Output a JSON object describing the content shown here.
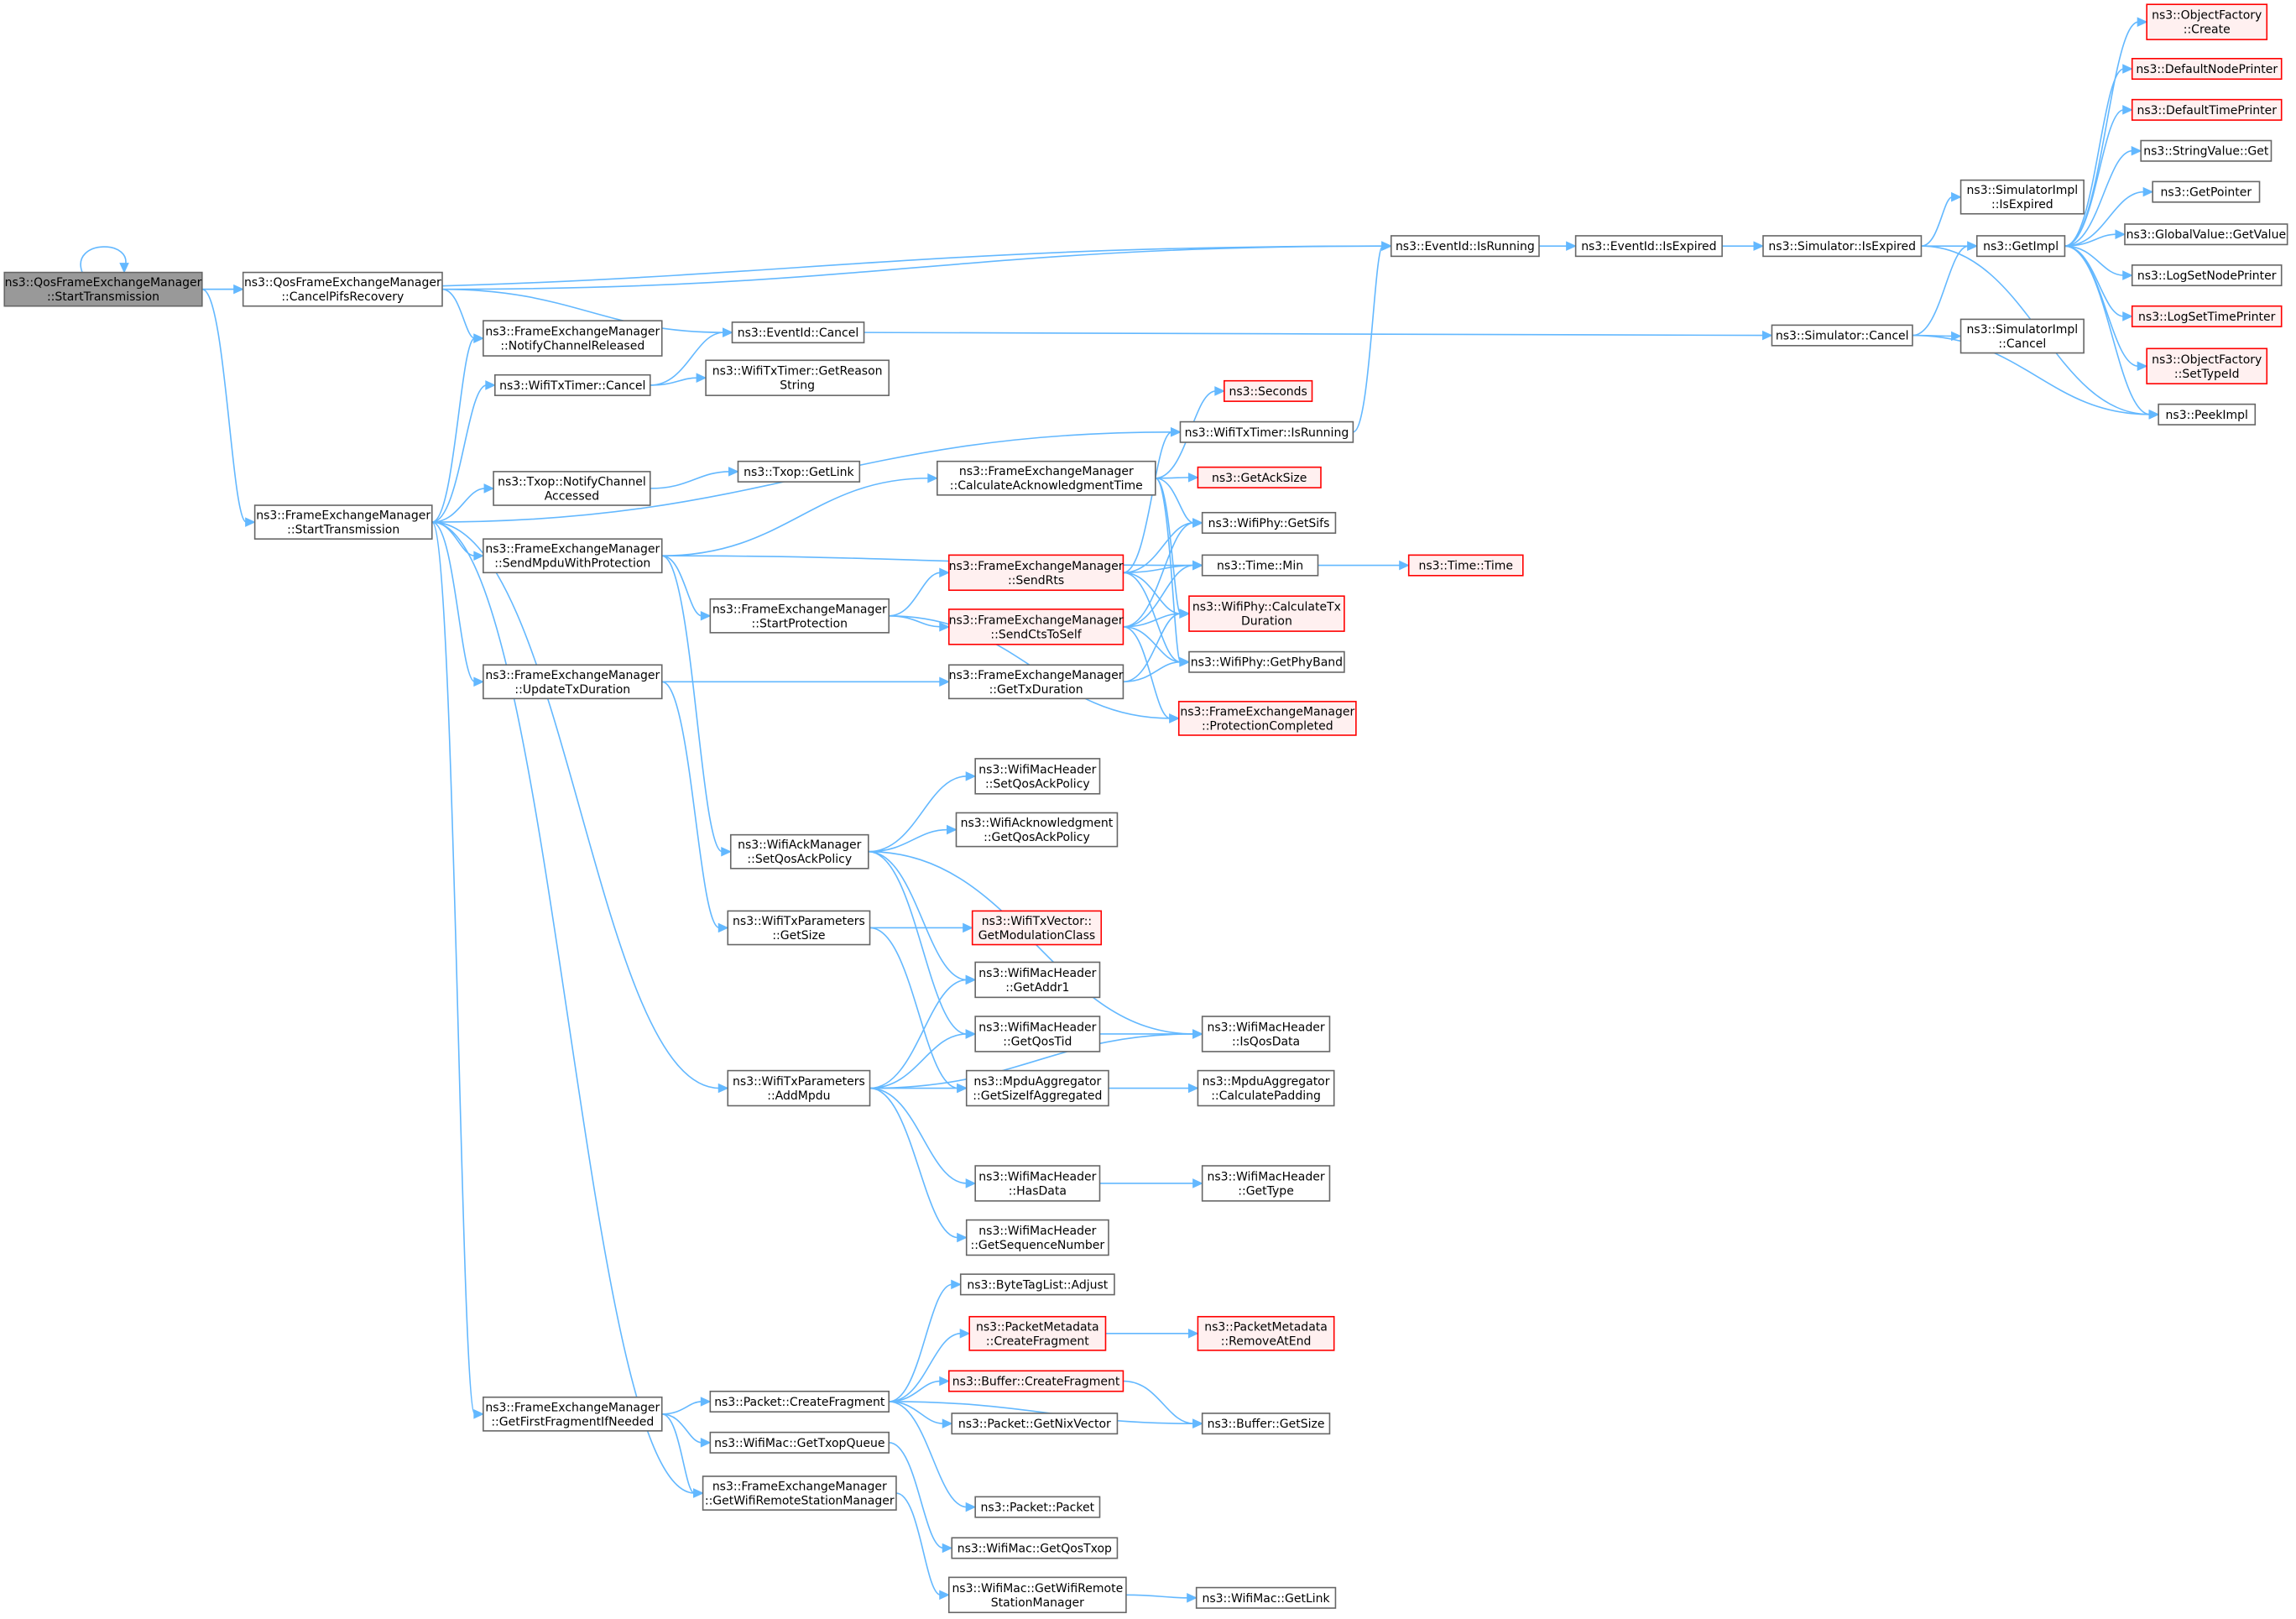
{
  "nodes": [
    {
      "id": "root",
      "lines": [
        "ns3::QosFrameExchangeManager",
        "::StartTransmission"
      ],
      "kind": "root"
    },
    {
      "id": "cancelPifs",
      "lines": [
        "ns3::QosFrameExchangeManager",
        "::CancelPifsRecovery"
      ],
      "kind": "normal"
    },
    {
      "id": "eventIsRunning",
      "lines": [
        "ns3::EventId::IsRunning"
      ],
      "kind": "normal"
    },
    {
      "id": "eventIsExpired",
      "lines": [
        "ns3::EventId::IsExpired"
      ],
      "kind": "normal"
    },
    {
      "id": "simIsExpired",
      "lines": [
        "ns3::Simulator::IsExpired"
      ],
      "kind": "normal"
    },
    {
      "id": "simImplIsExpired",
      "lines": [
        "ns3::SimulatorImpl",
        "::IsExpired"
      ],
      "kind": "normal"
    },
    {
      "id": "getImpl",
      "lines": [
        "ns3::GetImpl"
      ],
      "kind": "normal"
    },
    {
      "id": "objFactoryCreate",
      "lines": [
        "ns3::ObjectFactory",
        "::Create"
      ],
      "kind": "red"
    },
    {
      "id": "defNodePrinter",
      "lines": [
        "ns3::DefaultNodePrinter"
      ],
      "kind": "red"
    },
    {
      "id": "defTimePrinter",
      "lines": [
        "ns3::DefaultTimePrinter"
      ],
      "kind": "red"
    },
    {
      "id": "stringValueGet",
      "lines": [
        "ns3::StringValue::Get"
      ],
      "kind": "normal"
    },
    {
      "id": "getPointer",
      "lines": [
        "ns3::GetPointer"
      ],
      "kind": "normal"
    },
    {
      "id": "globalValueGet",
      "lines": [
        "ns3::GlobalValue::GetValue"
      ],
      "kind": "normal"
    },
    {
      "id": "logSetNodePrinter",
      "lines": [
        "ns3::LogSetNodePrinter"
      ],
      "kind": "normal"
    },
    {
      "id": "logSetTimePrinter",
      "lines": [
        "ns3::LogSetTimePrinter"
      ],
      "kind": "red"
    },
    {
      "id": "objFactorySetTypeId",
      "lines": [
        "ns3::ObjectFactory",
        "::SetTypeId"
      ],
      "kind": "red"
    },
    {
      "id": "peekImpl",
      "lines": [
        "ns3::PeekImpl"
      ],
      "kind": "normal"
    },
    {
      "id": "eventCancel",
      "lines": [
        "ns3::EventId::Cancel"
      ],
      "kind": "normal"
    },
    {
      "id": "simCancel",
      "lines": [
        "ns3::Simulator::Cancel"
      ],
      "kind": "normal"
    },
    {
      "id": "simImplCancel",
      "lines": [
        "ns3::SimulatorImpl",
        "::Cancel"
      ],
      "kind": "normal"
    },
    {
      "id": "notifyChannelReleased",
      "lines": [
        "ns3::FrameExchangeManager",
        "::NotifyChannelReleased"
      ],
      "kind": "normal"
    },
    {
      "id": "timerCancel",
      "lines": [
        "ns3::WifiTxTimer::Cancel"
      ],
      "kind": "normal"
    },
    {
      "id": "timerGetReason",
      "lines": [
        "ns3::WifiTxTimer::GetReason",
        "String"
      ],
      "kind": "normal"
    },
    {
      "id": "seconds",
      "lines": [
        "ns3::Seconds"
      ],
      "kind": "red"
    },
    {
      "id": "timerIsRunning",
      "lines": [
        "ns3::WifiTxTimer::IsRunning"
      ],
      "kind": "normal"
    },
    {
      "id": "fmStartTx",
      "lines": [
        "ns3::FrameExchangeManager",
        "::StartTransmission"
      ],
      "kind": "normal"
    },
    {
      "id": "txopNotify",
      "lines": [
        "ns3::Txop::NotifyChannel",
        "Accessed"
      ],
      "kind": "normal"
    },
    {
      "id": "txopGetLink",
      "lines": [
        "ns3::Txop::GetLink"
      ],
      "kind": "normal"
    },
    {
      "id": "calcAckTime",
      "lines": [
        "ns3::FrameExchangeManager",
        "::CalculateAcknowledgmentTime"
      ],
      "kind": "normal"
    },
    {
      "id": "getAckSize",
      "lines": [
        "ns3::GetAckSize"
      ],
      "kind": "red"
    },
    {
      "id": "getSifs",
      "lines": [
        "ns3::WifiPhy::GetSifs"
      ],
      "kind": "normal"
    },
    {
      "id": "sendMpdu",
      "lines": [
        "ns3::FrameExchangeManager",
        "::SendMpduWithProtection"
      ],
      "kind": "normal"
    },
    {
      "id": "sendRts",
      "lines": [
        "ns3::FrameExchangeManager",
        "::SendRts"
      ],
      "kind": "red"
    },
    {
      "id": "timeMin",
      "lines": [
        "ns3::Time::Min"
      ],
      "kind": "normal"
    },
    {
      "id": "timeTime",
      "lines": [
        "ns3::Time::Time"
      ],
      "kind": "red"
    },
    {
      "id": "startProtection",
      "lines": [
        "ns3::FrameExchangeManager",
        "::StartProtection"
      ],
      "kind": "normal"
    },
    {
      "id": "sendCts",
      "lines": [
        "ns3::FrameExchangeManager",
        "::SendCtsToSelf"
      ],
      "kind": "red"
    },
    {
      "id": "calcTxDur",
      "lines": [
        "ns3::WifiPhy::CalculateTx",
        "Duration"
      ],
      "kind": "red"
    },
    {
      "id": "updateTxDur",
      "lines": [
        "ns3::FrameExchangeManager",
        "::UpdateTxDuration"
      ],
      "kind": "normal"
    },
    {
      "id": "getTxDur",
      "lines": [
        "ns3::FrameExchangeManager",
        "::GetTxDuration"
      ],
      "kind": "normal"
    },
    {
      "id": "getPhyBand",
      "lines": [
        "ns3::WifiPhy::GetPhyBand"
      ],
      "kind": "normal"
    },
    {
      "id": "protCompleted",
      "lines": [
        "ns3::FrameExchangeManager",
        "::ProtectionCompleted"
      ],
      "kind": "red"
    },
    {
      "id": "setQosAckPolicyH",
      "lines": [
        "ns3::WifiMacHeader",
        "::SetQosAckPolicy"
      ],
      "kind": "normal"
    },
    {
      "id": "ackMgrSetQos",
      "lines": [
        "ns3::WifiAckManager",
        "::SetQosAckPolicy"
      ],
      "kind": "normal"
    },
    {
      "id": "getQosAckPolicy",
      "lines": [
        "ns3::WifiAcknowledgment",
        "::GetQosAckPolicy"
      ],
      "kind": "normal"
    },
    {
      "id": "txParamsGetSize",
      "lines": [
        "ns3::WifiTxParameters",
        "::GetSize"
      ],
      "kind": "normal"
    },
    {
      "id": "getModClass",
      "lines": [
        "ns3::WifiTxVector::",
        "GetModulationClass"
      ],
      "kind": "red"
    },
    {
      "id": "getAddr1",
      "lines": [
        "ns3::WifiMacHeader",
        "::GetAddr1"
      ],
      "kind": "normal"
    },
    {
      "id": "getQosTid",
      "lines": [
        "ns3::WifiMacHeader",
        "::GetQosTid"
      ],
      "kind": "normal"
    },
    {
      "id": "isQosData",
      "lines": [
        "ns3::WifiMacHeader",
        "::IsQosData"
      ],
      "kind": "normal"
    },
    {
      "id": "addMpdu",
      "lines": [
        "ns3::WifiTxParameters",
        "::AddMpdu"
      ],
      "kind": "normal"
    },
    {
      "id": "getSizeIfAgg",
      "lines": [
        "ns3::MpduAggregator",
        "::GetSizeIfAggregated"
      ],
      "kind": "normal"
    },
    {
      "id": "calcPadding",
      "lines": [
        "ns3::MpduAggregator",
        "::CalculatePadding"
      ],
      "kind": "normal"
    },
    {
      "id": "hasData",
      "lines": [
        "ns3::WifiMacHeader",
        "::HasData"
      ],
      "kind": "normal"
    },
    {
      "id": "getType",
      "lines": [
        "ns3::WifiMacHeader",
        "::GetType"
      ],
      "kind": "normal"
    },
    {
      "id": "getSeqNum",
      "lines": [
        "ns3::WifiMacHeader",
        "::GetSequenceNumber"
      ],
      "kind": "normal"
    },
    {
      "id": "byteTagAdjust",
      "lines": [
        "ns3::ByteTagList::Adjust"
      ],
      "kind": "normal"
    },
    {
      "id": "pmCreateFrag",
      "lines": [
        "ns3::PacketMetadata",
        "::CreateFragment"
      ],
      "kind": "red"
    },
    {
      "id": "pmRemoveAtEnd",
      "lines": [
        "ns3::PacketMetadata",
        "::RemoveAtEnd"
      ],
      "kind": "red"
    },
    {
      "id": "bufCreateFrag",
      "lines": [
        "ns3::Buffer::CreateFragment"
      ],
      "kind": "red"
    },
    {
      "id": "getFirstFrag",
      "lines": [
        "ns3::FrameExchangeManager",
        "::GetFirstFragmentIfNeeded"
      ],
      "kind": "normal"
    },
    {
      "id": "pktCreateFrag",
      "lines": [
        "ns3::Packet::CreateFragment"
      ],
      "kind": "normal"
    },
    {
      "id": "getNixVector",
      "lines": [
        "ns3::Packet::GetNixVector"
      ],
      "kind": "normal"
    },
    {
      "id": "bufGetSize",
      "lines": [
        "ns3::Buffer::GetSize"
      ],
      "kind": "normal"
    },
    {
      "id": "getTxopQueue",
      "lines": [
        "ns3::WifiMac::GetTxopQueue"
      ],
      "kind": "normal"
    },
    {
      "id": "getWrsm",
      "lines": [
        "ns3::FrameExchangeManager",
        "::GetWifiRemoteStationManager"
      ],
      "kind": "normal"
    },
    {
      "id": "pktPacket",
      "lines": [
        "ns3::Packet::Packet"
      ],
      "kind": "normal"
    },
    {
      "id": "getQosTxop",
      "lines": [
        "ns3::WifiMac::GetQosTxop"
      ],
      "kind": "normal"
    },
    {
      "id": "macGetWrsm",
      "lines": [
        "ns3::WifiMac::GetWifiRemote",
        "StationManager"
      ],
      "kind": "normal"
    },
    {
      "id": "macGetLink",
      "lines": [
        "ns3::WifiMac::GetLink"
      ],
      "kind": "normal"
    }
  ],
  "edges": [
    [
      "root",
      "root"
    ],
    [
      "root",
      "cancelPifs"
    ],
    [
      "root",
      "eventIsRunning"
    ],
    [
      "root",
      "fmStartTx"
    ],
    [
      "cancelPifs",
      "eventIsRunning"
    ],
    [
      "cancelPifs",
      "eventCancel"
    ],
    [
      "cancelPifs",
      "notifyChannelReleased"
    ],
    [
      "eventIsRunning",
      "eventIsExpired"
    ],
    [
      "eventIsExpired",
      "simIsExpired"
    ],
    [
      "simIsExpired",
      "simImplIsExpired"
    ],
    [
      "simIsExpired",
      "getImpl"
    ],
    [
      "simIsExpired",
      "peekImpl"
    ],
    [
      "getImpl",
      "objFactoryCreate"
    ],
    [
      "getImpl",
      "defNodePrinter"
    ],
    [
      "getImpl",
      "defTimePrinter"
    ],
    [
      "getImpl",
      "stringValueGet"
    ],
    [
      "getImpl",
      "getPointer"
    ],
    [
      "getImpl",
      "globalValueGet"
    ],
    [
      "getImpl",
      "logSetNodePrinter"
    ],
    [
      "getImpl",
      "logSetTimePrinter"
    ],
    [
      "getImpl",
      "objFactorySetTypeId"
    ],
    [
      "getImpl",
      "peekImpl"
    ],
    [
      "eventCancel",
      "simCancel"
    ],
    [
      "simCancel",
      "getImpl"
    ],
    [
      "simCancel",
      "simImplCancel"
    ],
    [
      "simCancel",
      "peekImpl"
    ],
    [
      "timerCancel",
      "eventCancel"
    ],
    [
      "timerCancel",
      "timerGetReason"
    ],
    [
      "timerIsRunning",
      "eventIsRunning"
    ],
    [
      "fmStartTx",
      "notifyChannelReleased"
    ],
    [
      "fmStartTx",
      "timerCancel"
    ],
    [
      "fmStartTx",
      "timerIsRunning"
    ],
    [
      "fmStartTx",
      "txopNotify"
    ],
    [
      "fmStartTx",
      "sendMpdu"
    ],
    [
      "fmStartTx",
      "updateTxDur"
    ],
    [
      "fmStartTx",
      "addMpdu"
    ],
    [
      "fmStartTx",
      "getFirstFrag"
    ],
    [
      "fmStartTx",
      "getWrsm"
    ],
    [
      "txopNotify",
      "txopGetLink"
    ],
    [
      "calcAckTime",
      "seconds"
    ],
    [
      "calcAckTime",
      "getAckSize"
    ],
    [
      "calcAckTime",
      "getSifs"
    ],
    [
      "calcAckTime",
      "calcTxDur"
    ],
    [
      "calcAckTime",
      "getPhyBand"
    ],
    [
      "sendMpdu",
      "calcAckTime"
    ],
    [
      "sendMpdu",
      "timeMin"
    ],
    [
      "sendMpdu",
      "startProtection"
    ],
    [
      "sendMpdu",
      "ackMgrSetQos"
    ],
    [
      "startProtection",
      "sendRts"
    ],
    [
      "startProtection",
      "sendCts"
    ],
    [
      "startProtection",
      "protCompleted"
    ],
    [
      "sendRts",
      "timerIsRunning"
    ],
    [
      "sendRts",
      "getSifs"
    ],
    [
      "sendRts",
      "timeMin"
    ],
    [
      "sendRts",
      "calcTxDur"
    ],
    [
      "sendRts",
      "getPhyBand"
    ],
    [
      "sendCts",
      "getSifs"
    ],
    [
      "sendCts",
      "timeMin"
    ],
    [
      "sendCts",
      "calcTxDur"
    ],
    [
      "sendCts",
      "getPhyBand"
    ],
    [
      "sendCts",
      "protCompleted"
    ],
    [
      "timeMin",
      "timeTime"
    ],
    [
      "updateTxDur",
      "getTxDur"
    ],
    [
      "updateTxDur",
      "txParamsGetSize"
    ],
    [
      "getTxDur",
      "calcTxDur"
    ],
    [
      "getTxDur",
      "getPhyBand"
    ],
    [
      "ackMgrSetQos",
      "setQosAckPolicyH"
    ],
    [
      "ackMgrSetQos",
      "getQosAckPolicy"
    ],
    [
      "ackMgrSetQos",
      "isQosData"
    ],
    [
      "ackMgrSetQos",
      "getAddr1"
    ],
    [
      "ackMgrSetQos",
      "getQosTid"
    ],
    [
      "txParamsGetSize",
      "getModClass"
    ],
    [
      "txParamsGetSize",
      "getSizeIfAgg"
    ],
    [
      "getQosTid",
      "isQosData"
    ],
    [
      "addMpdu",
      "getAddr1"
    ],
    [
      "addMpdu",
      "getQosTid"
    ],
    [
      "addMpdu",
      "getSizeIfAgg"
    ],
    [
      "addMpdu",
      "isQosData"
    ],
    [
      "addMpdu",
      "hasData"
    ],
    [
      "addMpdu",
      "getSeqNum"
    ],
    [
      "getSizeIfAgg",
      "calcPadding"
    ],
    [
      "hasData",
      "getType"
    ],
    [
      "getFirstFrag",
      "pktCreateFrag"
    ],
    [
      "getFirstFrag",
      "getTxopQueue"
    ],
    [
      "getFirstFrag",
      "getWrsm"
    ],
    [
      "pktCreateFrag",
      "byteTagAdjust"
    ],
    [
      "pktCreateFrag",
      "pmCreateFrag"
    ],
    [
      "pktCreateFrag",
      "bufCreateFrag"
    ],
    [
      "pktCreateFrag",
      "getNixVector"
    ],
    [
      "pktCreateFrag",
      "bufGetSize"
    ],
    [
      "pktCreateFrag",
      "pktPacket"
    ],
    [
      "pmCreateFrag",
      "pmRemoveAtEnd"
    ],
    [
      "bufCreateFrag",
      "bufGetSize"
    ],
    [
      "getTxopQueue",
      "getQosTxop"
    ],
    [
      "getWrsm",
      "macGetWrsm"
    ],
    [
      "macGetWrsm",
      "macGetLink"
    ]
  ]
}
